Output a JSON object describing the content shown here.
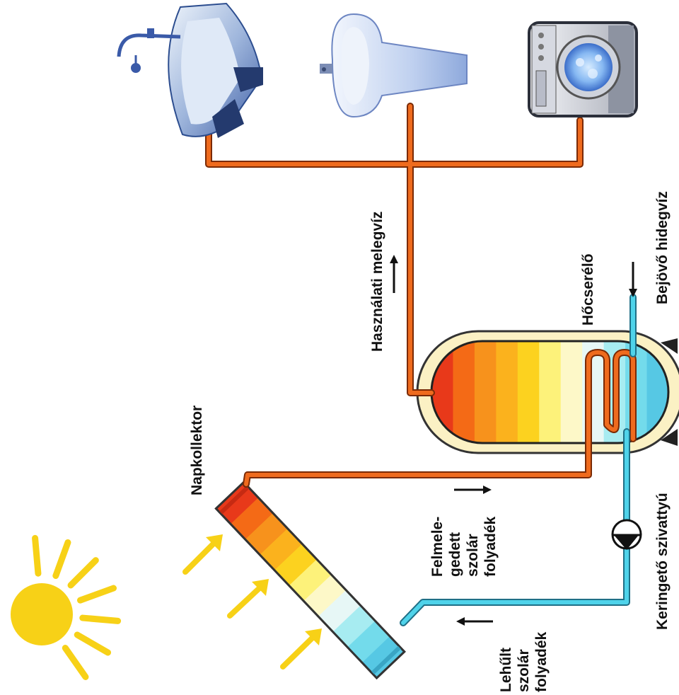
{
  "labels": {
    "collector": "Napkollektor",
    "heat_exchanger": "Hőcserélő",
    "cold_in": "Bejövő hidegvíz",
    "hot_use": "Használati melegvíz",
    "pump": "Keringető szivattyú",
    "heated_fluid": [
      "Felmele-",
      "gedett",
      "szolár",
      "folyadék"
    ],
    "cooled_fluid": [
      "Lehűlt",
      "szolár",
      "folyadék"
    ]
  },
  "colors": {
    "hot_pipe": "#ef6b1e",
    "cold_pipe": "#4fd3ea",
    "sun": "#f7d117",
    "tank_shell": "#fbf1c4",
    "gradient": [
      "#e8391a",
      "#f46a16",
      "#f7921c",
      "#fbb21d",
      "#fcd21f",
      "#fdf27a",
      "#fdf8c8",
      "#e7f7f6",
      "#a7ecf1",
      "#73dbeb",
      "#56c8e4"
    ]
  },
  "icons": [
    "sun-icon",
    "bathtub-icon",
    "sink-icon",
    "washing-machine-icon",
    "pump-icon",
    "arrow-icon"
  ]
}
